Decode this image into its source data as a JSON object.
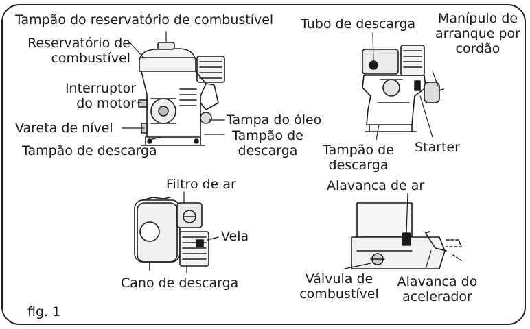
{
  "figure_label": "fig. 1",
  "diagram_1": {
    "fuel_cap": "Tampão do reservatório de combustível",
    "fuel_tank_l1": "Reservatório de",
    "fuel_tank_l2": "combustível",
    "engine_switch_l1": "Interruptor",
    "engine_switch_l2": "do motor",
    "dipstick": "Vareta de nível",
    "drain_plug": "Tampão de descarga",
    "oil_cap": "Tampa do óleo",
    "drain_plug2_l1": "Tampão de",
    "drain_plug2_l2": "descarga"
  },
  "diagram_2": {
    "exhaust_pipe": "Tubo de descarga",
    "recoil_handle_l1": "Manípulo de",
    "recoil_handle_l2": "arranque por",
    "recoil_handle_l3": "cordão",
    "drain_plug_l1": "Tampão de",
    "drain_plug_l2": "descarga",
    "starter": "Starter"
  },
  "diagram_3": {
    "air_filter": "Filtro de ar",
    "spark_plug": "Vela",
    "exhaust_muffler": "Cano de descarga"
  },
  "diagram_4": {
    "choke_lever": "Alavanca de ar",
    "fuel_valve_l1": "Válvula de",
    "fuel_valve_l2": "combustível",
    "throttle_l1": "Alavanca do",
    "throttle_l2": "acelerador"
  }
}
